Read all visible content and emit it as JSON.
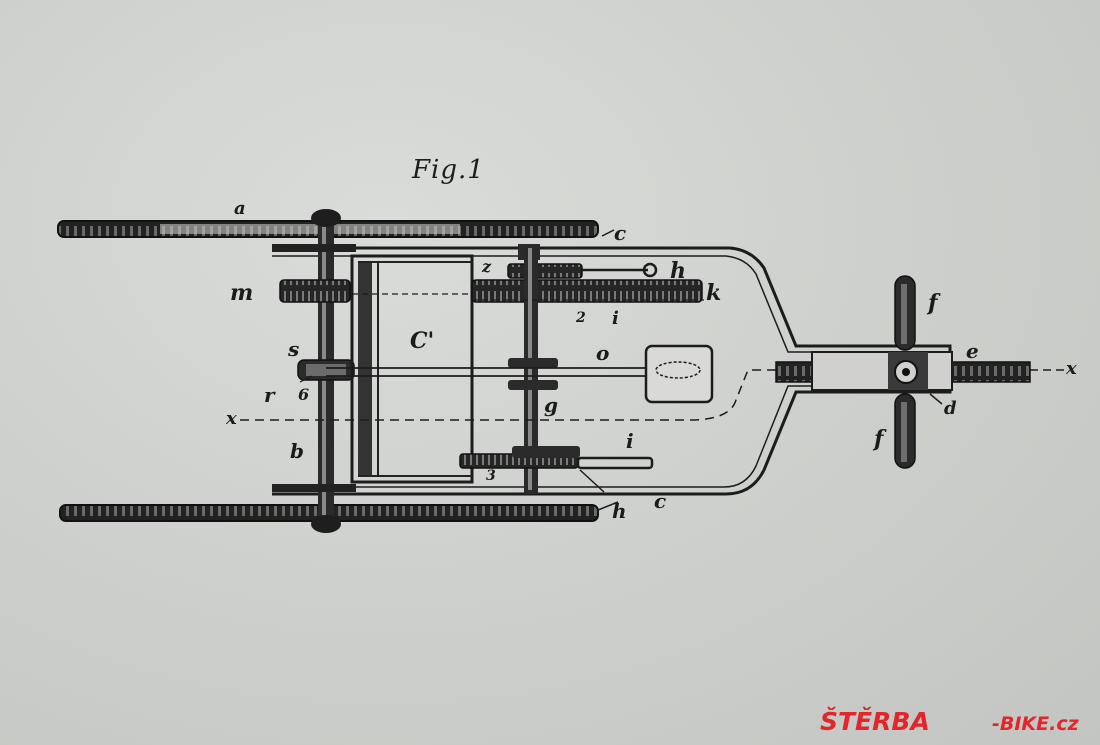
{
  "figure": {
    "title": "Fig.1"
  },
  "labels": {
    "a": "a",
    "c_top": "c",
    "c_bottom": "c",
    "c_prime": "C'",
    "h_top": "h",
    "h_bottom": "h",
    "k": "k",
    "m": "m",
    "z": "z",
    "two": "2",
    "i_top": "i",
    "i_bottom": "i",
    "s": "s",
    "o": "o",
    "r": "r",
    "six": "6",
    "x_left": "x",
    "x_right": "x",
    "b": "b",
    "g": "g",
    "three": "3",
    "f_top": "f",
    "f_bottom": "f",
    "e": "e",
    "d": "d"
  },
  "watermark": {
    "brand": "ŠTĚRBA",
    "suffix": "-BIKE.cz",
    "color": "#e2262b"
  }
}
